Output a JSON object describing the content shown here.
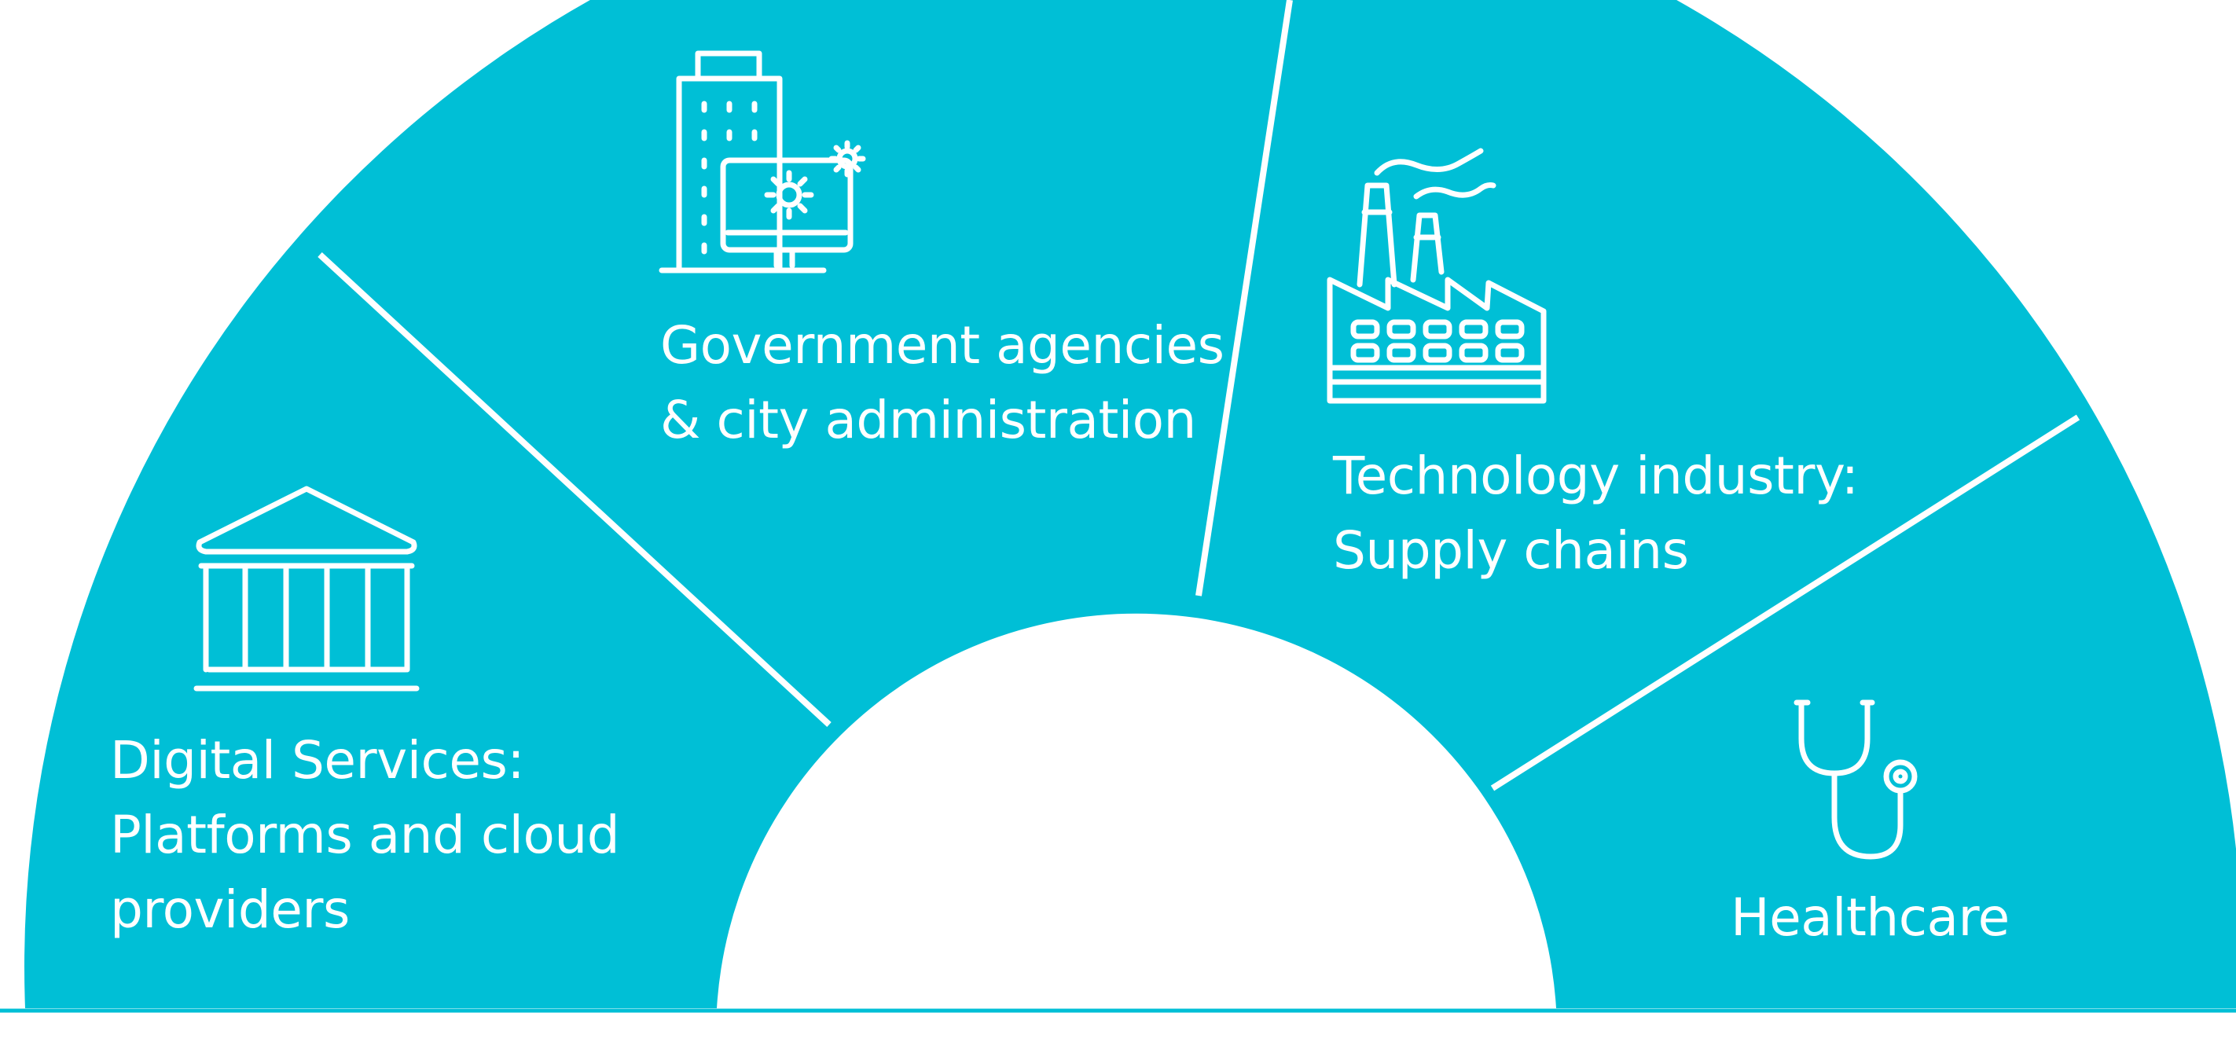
{
  "colors": {
    "segment": "#00bfd6",
    "divider": "#ffffff",
    "background": "#ffffff",
    "text": "#ffffff"
  },
  "segments": [
    {
      "icon": "bank-building-icon",
      "label_lines": [
        "Digital Services:",
        "Platforms and cloud",
        "providers"
      ]
    },
    {
      "icon": "office-building-computer-gears-icon",
      "label_lines": [
        "Government agencies",
        "& city administration"
      ]
    },
    {
      "icon": "factory-icon",
      "label_lines": [
        "Technology industry:",
        "Supply chains"
      ]
    },
    {
      "icon": "stethoscope-icon",
      "label_lines": [
        "Healthcare"
      ]
    }
  ]
}
